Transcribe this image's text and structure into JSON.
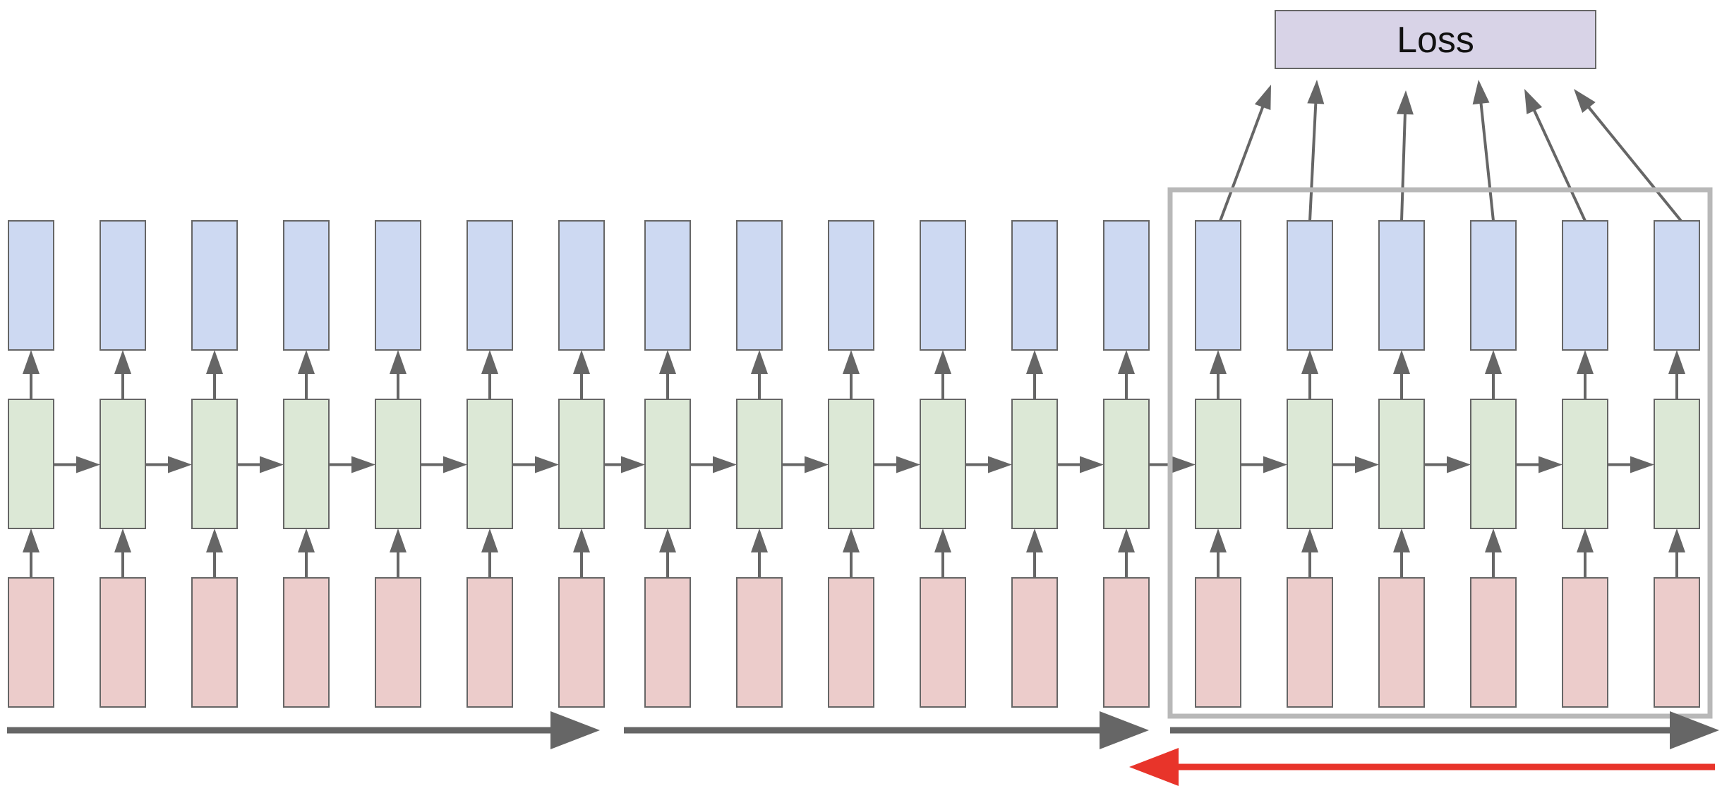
{
  "loss": {
    "label": "Loss"
  },
  "columns": {
    "count": 19,
    "loss_connected": [
      13,
      14,
      15,
      16,
      17,
      18
    ]
  },
  "colors": {
    "output": "#cdd9f2",
    "hidden": "#dce8d6",
    "input": "#eccccb",
    "loss_box": "#d8d3e7",
    "stroke": "#666666",
    "arrow": "#666666",
    "window": "#b8b8b8",
    "backprop": "#e8342a"
  }
}
